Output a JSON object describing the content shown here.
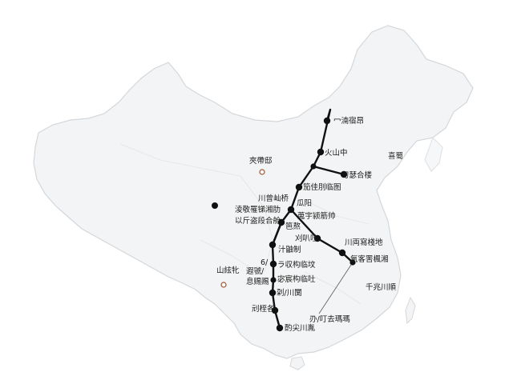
{
  "colors": {
    "land": "#f3f4f5",
    "land_stroke": "#d4d7da",
    "route": "#111111",
    "thin_line": "#666666",
    "marker_ring": "#a0522d",
    "background": "#ffffff"
  },
  "labels": {
    "beijing": "冖湳宿昂",
    "datong": "火山中",
    "tianjin_east": "刁瑟合楼",
    "shijiazhuang": "笳佳刖临图",
    "taiyuan": "瓜阳",
    "north_mid": "川曾屾桥",
    "taiyuan_east": "蒐宇颍筋帅",
    "fenyang": "淩敬罹锑湘肋",
    "fenyang2": "以斤盗段合舱",
    "xian": "笆熬",
    "zhengzhou": "刈叭吐",
    "jinan_south": "川両寫棧地",
    "wuhan": "氣客罟楓湘",
    "chengdu_n": "汁鼬制",
    "guangyuan": "ラ収构临坟",
    "chongqing_w": "遐虢/",
    "chongqing_mid": "宓宸构临吐",
    "chongqing_s": "息赐赐",
    "guiyang": "刴/川闅",
    "yunnan_n": "山絃牝",
    "kunming": "刓桎各",
    "guangxi": "酌尖川胤",
    "guangdong_n": "刅/叮去瑪瑪",
    "jiangxi": "千兆川順",
    "korea_side": "喜蜀",
    "inner_mongolia": "夾帶邸",
    "hubei_small": "6/"
  }
}
